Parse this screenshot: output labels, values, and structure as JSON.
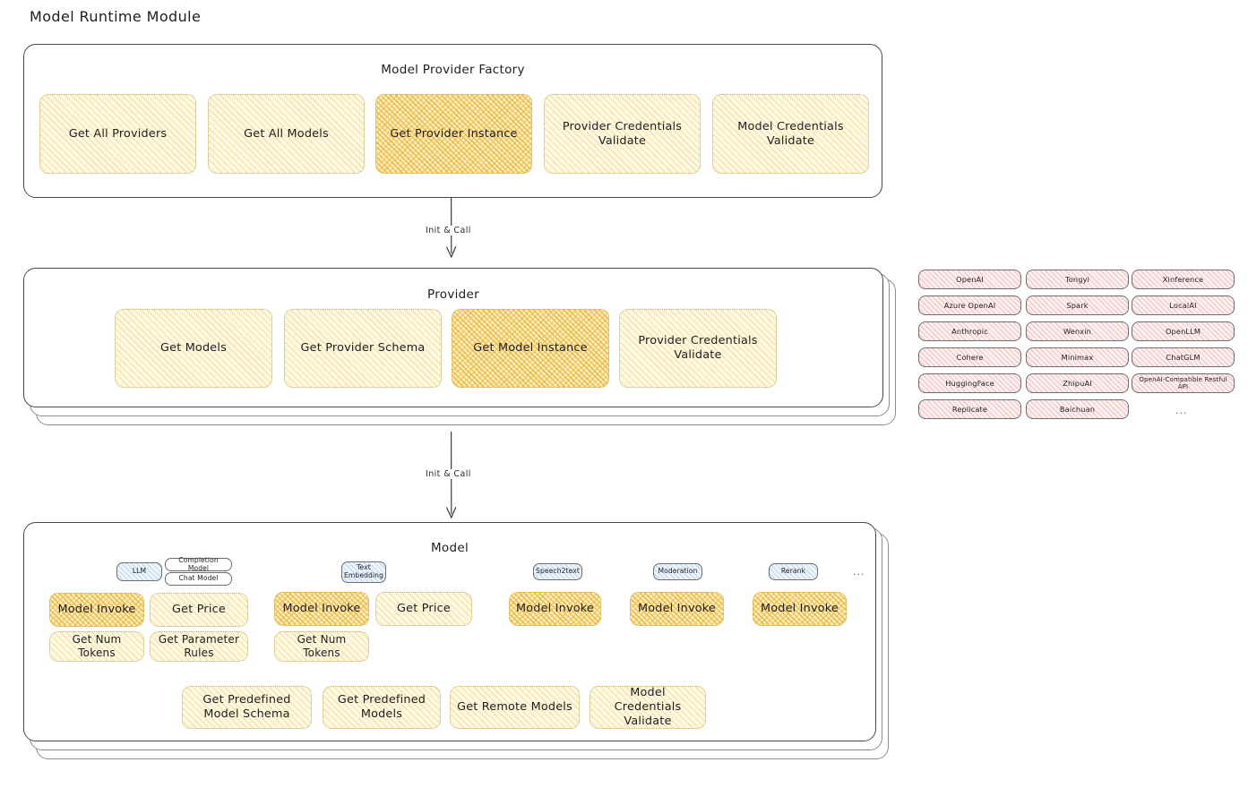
{
  "page": {
    "title": "Model Runtime Module"
  },
  "arrows": [
    {
      "label": "Init & Call"
    },
    {
      "label": "Init & Call"
    }
  ],
  "factory": {
    "title": "Model Provider Factory",
    "items": [
      {
        "label": "Get All Providers",
        "highlight": false
      },
      {
        "label": "Get All Models",
        "highlight": false
      },
      {
        "label": "Get Provider Instance",
        "highlight": true
      },
      {
        "label": "Provider Credentials Validate",
        "highlight": false
      },
      {
        "label": "Model Credentials Validate",
        "highlight": false
      }
    ]
  },
  "provider": {
    "title": "Provider",
    "items": [
      {
        "label": "Get Models",
        "highlight": false
      },
      {
        "label": "Get Provider Schema",
        "highlight": false
      },
      {
        "label": "Get Model Instance",
        "highlight": true
      },
      {
        "label": "Provider Credentials Validate",
        "highlight": false
      }
    ]
  },
  "provider_list": {
    "columns": [
      {
        "items": [
          "OpenAI",
          "Azure OpenAI",
          "Anthropic",
          "Cohere",
          "HuggingFace",
          "Replicate"
        ]
      },
      {
        "items": [
          "Tongyi",
          "Spark",
          "Wenxin",
          "Minimax",
          "ZhipuAI",
          "Baichuan"
        ]
      },
      {
        "items": [
          "Xinference",
          "LocalAI",
          "OpenLLM",
          "ChatGLM",
          "OpenAI-Compatible Restful API"
        ]
      }
    ],
    "more": "..."
  },
  "model": {
    "title": "Model",
    "more": "...",
    "groups": [
      {
        "type_badge": "LLM",
        "sub_badges": [
          "Completion Model",
          "Chat Model"
        ],
        "items": [
          {
            "label": "Model Invoke",
            "highlight": true
          },
          {
            "label": "Get Price",
            "highlight": false
          },
          {
            "label": "Get Num Tokens",
            "highlight": false
          },
          {
            "label": "Get Parameter Rules",
            "highlight": false
          }
        ]
      },
      {
        "type_badge": "Text Embedding",
        "sub_badges": [],
        "items": [
          {
            "label": "Model Invoke",
            "highlight": true
          },
          {
            "label": "Get Price",
            "highlight": false
          },
          {
            "label": "Get Num Tokens",
            "highlight": false
          }
        ]
      },
      {
        "type_badge": "Speech2text",
        "sub_badges": [],
        "items": [
          {
            "label": "Model Invoke",
            "highlight": true
          }
        ]
      },
      {
        "type_badge": "Moderation",
        "sub_badges": [],
        "items": [
          {
            "label": "Model Invoke",
            "highlight": true
          }
        ]
      },
      {
        "type_badge": "Rerank",
        "sub_badges": [],
        "items": [
          {
            "label": "Model Invoke",
            "highlight": true
          }
        ]
      }
    ],
    "shared_items": [
      {
        "label": "Get Predefined Model Schema",
        "highlight": false
      },
      {
        "label": "Get Predefined Models",
        "highlight": false
      },
      {
        "label": "Get Remote Models",
        "highlight": false
      },
      {
        "label": "Model Credentials Validate",
        "highlight": false
      }
    ]
  }
}
